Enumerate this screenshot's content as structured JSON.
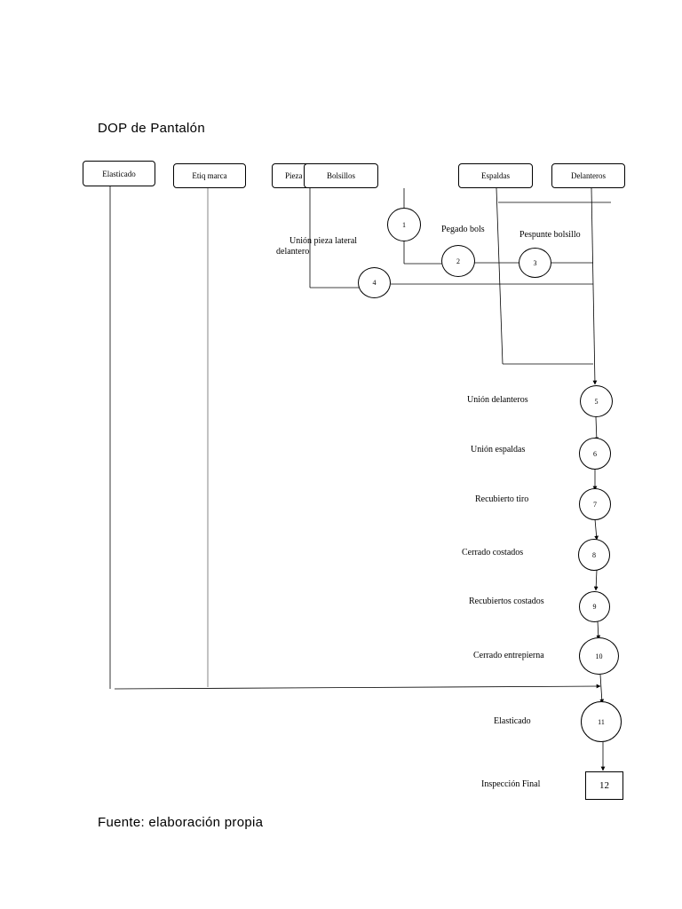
{
  "title": "DOP de Pantalón",
  "source": "Fuente: elaboración propia",
  "materials": {
    "elasticado": "Elasticado",
    "etiq_marca": "Etiq marca",
    "pieza": "Pieza",
    "bolsillos": "Bolsillos",
    "espaldas": "Espaldas",
    "delanteros": "Delanteros"
  },
  "operations": [
    {
      "number": "1",
      "label": ""
    },
    {
      "number": "2",
      "label": "Pegado bols"
    },
    {
      "number": "3",
      "label": "Pespunte bolsillo"
    },
    {
      "number": "4",
      "label": "Unión pieza lateral",
      "label2": "delantero"
    },
    {
      "number": "5",
      "label": "Unión delanteros"
    },
    {
      "number": "6",
      "label": "Unión espaldas"
    },
    {
      "number": "7",
      "label": "Recubierto tiro"
    },
    {
      "number": "8",
      "label": "Cerrado costados"
    },
    {
      "number": "9",
      "label": "Recubiertos costados"
    },
    {
      "number": "10",
      "label": "Cerrado entrepierna"
    },
    {
      "number": "11",
      "label": "Elasticado"
    }
  ],
  "inspection": {
    "number": "12",
    "label": "Inspección Final"
  }
}
